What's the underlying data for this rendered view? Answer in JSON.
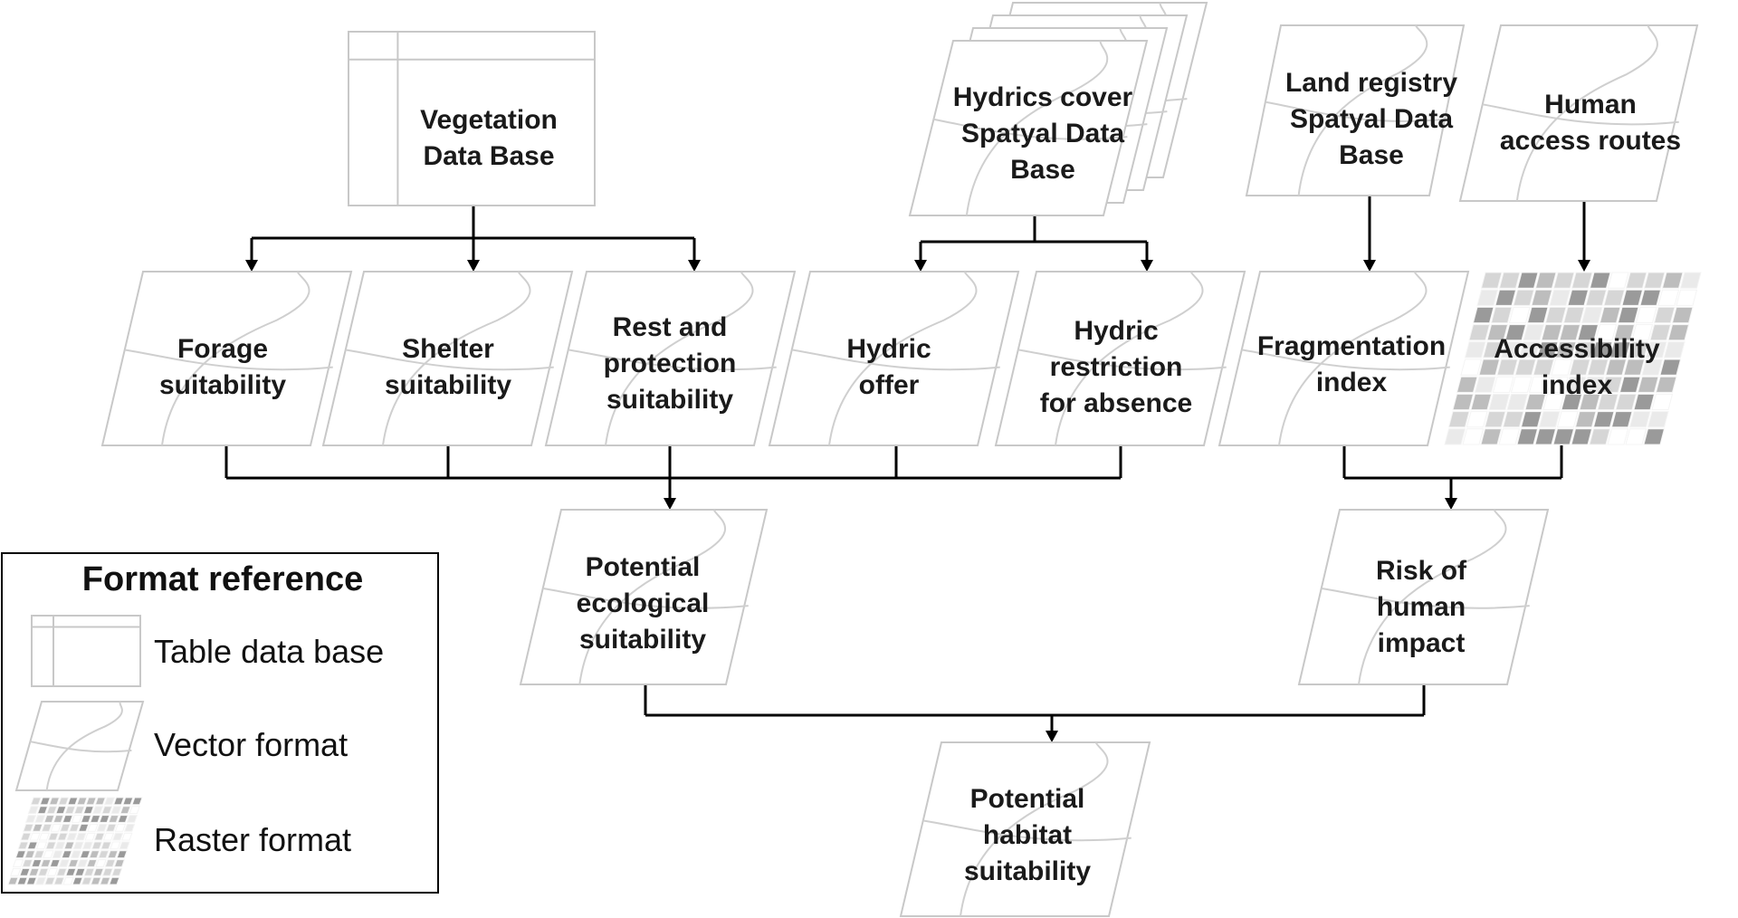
{
  "colors": {
    "connector": "#000000",
    "shape_stroke": "#c8c8c8",
    "raster_cells": [
      "#9a9a9a",
      "#bdbdbd",
      "#d6d6d6",
      "#eaeaea",
      "#ffffff"
    ]
  },
  "nodes": {
    "vegetation_db": {
      "lines": [
        "Vegetation",
        "Data Base"
      ],
      "format": "table"
    },
    "hydrics_cover": {
      "lines": [
        "Hydrics cover",
        "Spatyal  Data",
        "Base"
      ],
      "format": "vector"
    },
    "land_registry": {
      "lines": [
        "Land registry",
        "Spatyal Data",
        "Base"
      ],
      "format": "vector"
    },
    "human_access": {
      "lines": [
        "Human",
        "access routes"
      ],
      "format": "vector"
    },
    "forage": {
      "lines": [
        "Forage",
        "suitability"
      ],
      "format": "vector"
    },
    "shelter": {
      "lines": [
        "Shelter",
        "suitability"
      ],
      "format": "vector"
    },
    "rest_protection": {
      "lines": [
        "Rest and",
        "protection",
        "suitability"
      ],
      "format": "vector"
    },
    "hydric_offer": {
      "lines": [
        "Hydric",
        "offer"
      ],
      "format": "vector"
    },
    "hydric_restriction": {
      "lines": [
        "Hydric",
        "restriction",
        "for absence"
      ],
      "format": "vector"
    },
    "fragmentation": {
      "lines": [
        "Fragmentation",
        "index"
      ],
      "format": "vector"
    },
    "accessibility": {
      "lines": [
        "Accessibility",
        "index"
      ],
      "format": "raster"
    },
    "potential_ecological": {
      "lines": [
        "Potential",
        "ecological",
        "suitability"
      ],
      "format": "vector"
    },
    "risk_human": {
      "lines": [
        "Risk of",
        "human",
        "impact"
      ],
      "format": "vector"
    },
    "potential_habitat": {
      "lines": [
        "Potential",
        "habitat",
        "suitability"
      ],
      "format": "vector"
    }
  },
  "legend": {
    "title": "Format reference",
    "items": [
      {
        "format": "table",
        "label": "Table data base"
      },
      {
        "format": "vector",
        "label": "Vector format"
      },
      {
        "format": "raster",
        "label": "Raster format"
      }
    ]
  }
}
